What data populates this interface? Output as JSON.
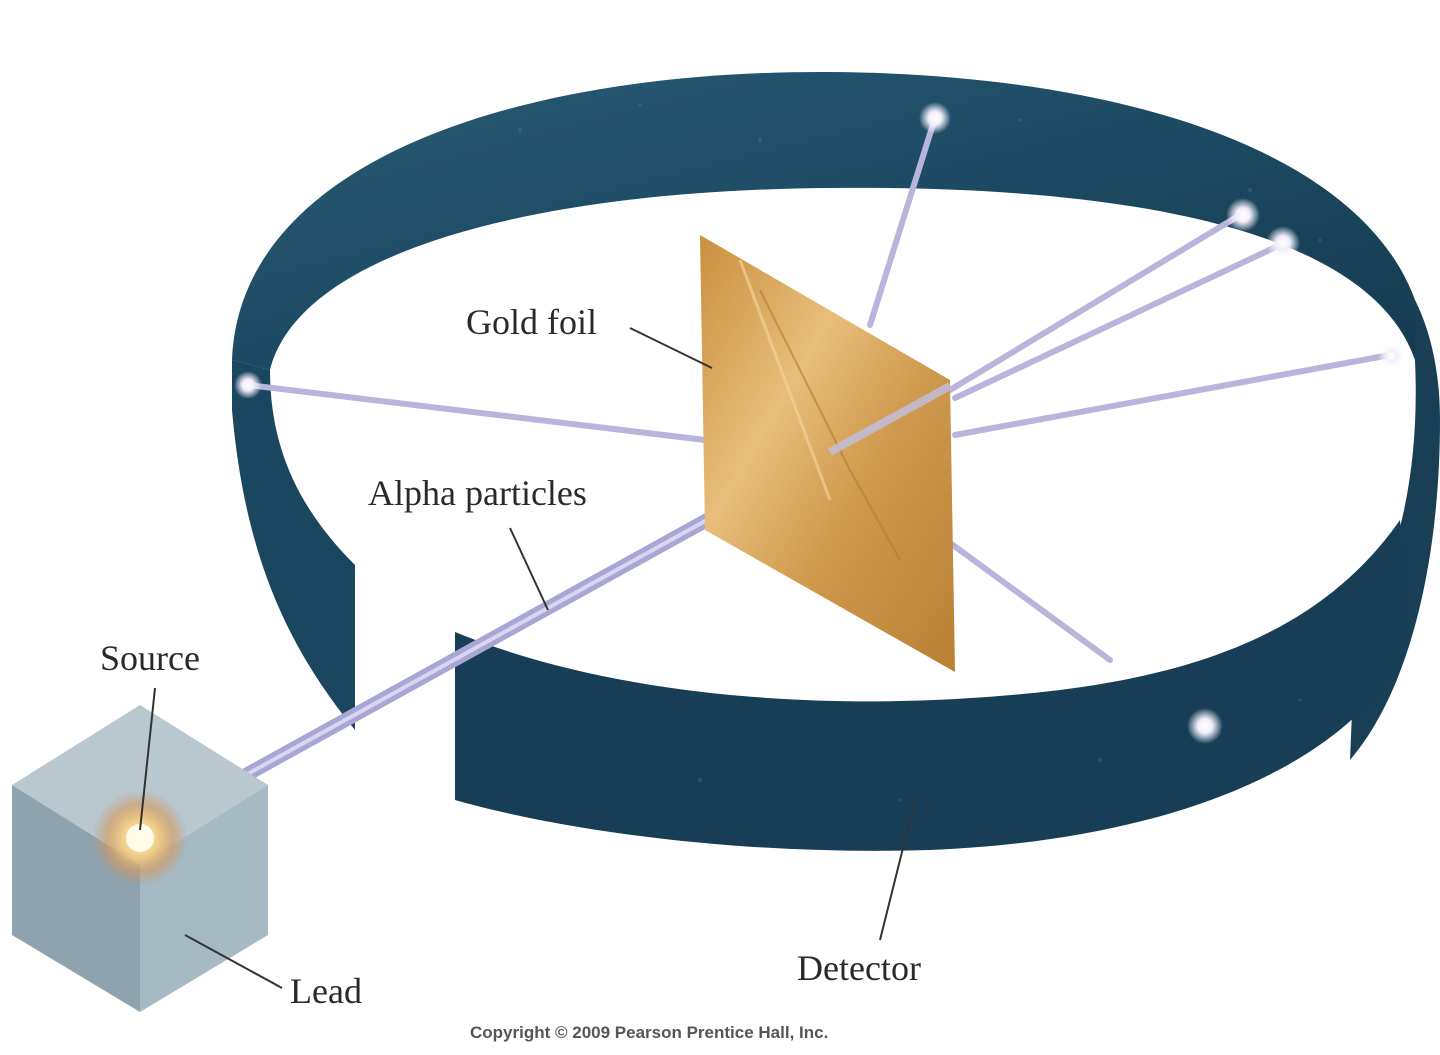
{
  "diagram": {
    "labels": {
      "gold_foil": "Gold foil",
      "alpha_particles": "Alpha particles",
      "source": "Source",
      "lead": "Lead",
      "detector": "Detector"
    },
    "copyright": "Copyright © 2009 Pearson Prentice Hall, Inc."
  },
  "colors": {
    "detector_band": "#1d4a63",
    "detector_band_dark": "#123548",
    "gold_foil": "#d8a55a",
    "beam": "#a9a6d6",
    "lead_block": "#9fb3bd",
    "background": "#ffffff"
  }
}
